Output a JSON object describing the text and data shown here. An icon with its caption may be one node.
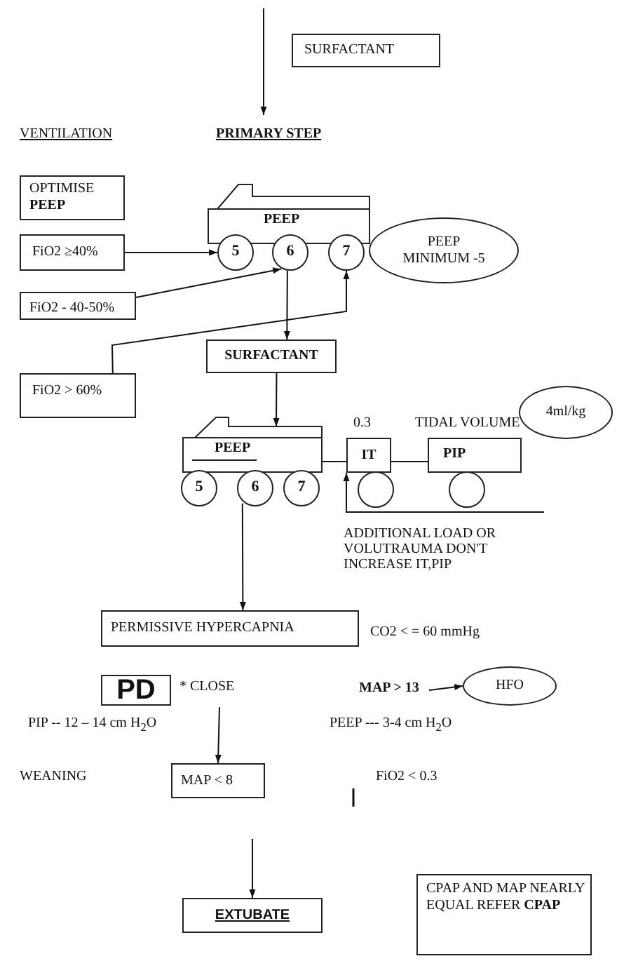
{
  "diagram": {
    "nodes": [
      {
        "text": [
          "SURFACTANT"
        ]
      },
      {
        "text": [
          "OPTIMISE **PEEP**"
        ]
      },
      {
        "text": [
          "FiO2 ≥40%"
        ]
      },
      {
        "text": [
          "FiO2 - 40-50%"
        ]
      },
      {
        "text": [
          "FiO2 > 60%"
        ]
      },
      {
        "text": [
          "PEEP"
        ]
      },
      {
        "text": [
          "5"
        ]
      },
      {
        "text": [
          "6"
        ]
      },
      {
        "text": [
          "7"
        ]
      },
      {
        "text": [
          "PEEP MINIMUM -5"
        ]
      },
      {
        "text": [
          "SURFACTANT"
        ]
      },
      {
        "text": [
          "PEEP"
        ]
      },
      {
        "text": [
          "5"
        ]
      },
      {
        "text": [
          "6"
        ]
      },
      {
        "text": [
          "7"
        ]
      },
      {
        "text": [
          "IT"
        ],
        "beside": [
          "0.3"
        ]
      },
      {
        "text": [],
        "shape": "circle"
      },
      {
        "text": [
          "PIP"
        ]
      },
      {
        "text": [],
        "shape": "circle"
      },
      {
        "text": [
          "4ml/kg"
        ]
      },
      {
        "text": [
          "PERMISSIVE  HYPERCAPNIA"
        ],
        "beside": [
          "CO2 < = 60 mmHg"
        ]
      },
      {
        "text": [
          "PD"
        ],
        "beside": [
          "* CLOSE"
        ]
      },
      {
        "text": [
          "HFO"
        ]
      },
      {
        "text": [
          "MAP > 13"
        ]
      },
      {
        "text": [
          "MAP < 8"
        ]
      },
      {
        "text": [
          "EXTUBATE"
        ]
      },
      {
        "text": [
          "CPAP  AND  MAP NEARLY EQUAL REFER   **CPAP**"
        ]
      }
    ],
    "edges": [
      {
        "from": 2,
        "to": 6,
        "arrow": "to"
      },
      {
        "from": 3,
        "to": 7,
        "arrow": "to"
      },
      {
        "from": 4,
        "to": 8,
        "arrow": "to"
      },
      {
        "from": 7,
        "to": 10,
        "arrow": "to"
      },
      {
        "from": 10,
        "to": 11,
        "arrow": "to"
      },
      {
        "from": null,
        "to": 15,
        "arrow": "to"
      },
      {
        "from": 11,
        "to": 15,
        "arrow": "none"
      },
      {
        "from": 15,
        "to": 17,
        "arrow": "none"
      },
      {
        "from": 13,
        "to": 20,
        "arrow": "to"
      },
      {
        "from": 21,
        "to": 24,
        "arrow": "to"
      },
      {
        "from": 23,
        "to": 22,
        "arrow": "to"
      },
      {
        "from": null,
        "to": 25,
        "arrow": "to"
      }
    ],
    "labels": [
      "VENTILATION",
      "PRIMARY STEP",
      "TIDAL VOLUME",
      "ADDITIONAL  LOAD  OR VOLUTRAUMA DON'T INCREASE   IT,PIP",
      "PIP  --  12 – 14 cm H$_{2}$O",
      "PEEP  ---  3-4 cm H$_{2}$O",
      "WEANING",
      "FiO2  < 0.3"
    ]
  }
}
